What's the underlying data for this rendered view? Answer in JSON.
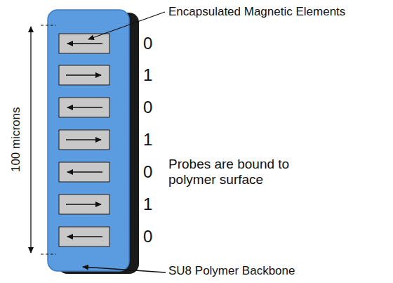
{
  "diagram": {
    "labels": [
      "Encapsulated Magnetic Elements",
      "0",
      "1",
      "0",
      "1",
      "0",
      "1",
      "0",
      "100 microns",
      "Probes are bound to polymer surface",
      "SU8 Polymer Backbone"
    ]
  }
}
